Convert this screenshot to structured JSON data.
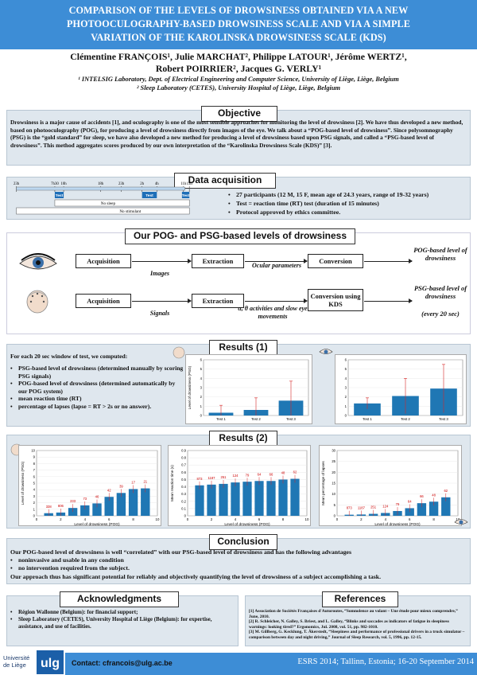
{
  "header": {
    "title_lines": [
      "COMPARISON OF THE LEVELS OF DROWSINESS OBTAINED VIA A NEW",
      "PHOTOOCULOGRAPHY-BASED DROWSINESS SCALE AND VIA A SIMPLE",
      "VARIATION OF THE KAROLINSKA DROWSINESS SCALE (KDS)"
    ],
    "authors_line1": "Clémentine FRANÇOIS¹, Julie MARCHAT², Philippe LATOUR¹, Jérôme WERTZ¹,",
    "authors_line2": "Robert POIRRIER², Jacques G. VERLY¹",
    "affiliation1": "¹ INTELSIG Laboratory, Dept. of Electrical Engineering and Computer Science, University of Liège, Liège, Belgium",
    "affiliation2": "² Sleep Laboratory (CETES), University Hospital of Liège, Liège, Belgium"
  },
  "objective": {
    "title": "Objective",
    "text": "Drowsiness is a major cause of accidents [1], and oculography is one of the most sensible approaches for monitoring the level of drowsiness [2]. We have thus developed a new method, based on photooculography (POG), for producing a level of drowsiness directly from images of the eye. We talk about a “POG-based level of drowsiness”. Since polysomnography (PSG) is the “gold standard” for sleep, we have also developed a new method for producing a level of drowsiness based upon PSG signals, and called a “PSG-based level of drowsiness”. This method aggregates scores produced by our own interpretation of the “Karolinska Drowsiness Scale (KDS)” [3]."
  },
  "data_acquisition": {
    "title": "Data acquisition",
    "timeline_ticks": [
      "23h",
      "7h30",
      "10h",
      "18h",
      "23h",
      "2h",
      "4h",
      "11h",
      "13h"
    ],
    "test_label": "Test",
    "no_sleep_label": "No sleep",
    "no_stimulant_label": "No stimulant",
    "bullets": [
      "27 participants (12 M, 15 F, mean age of 24.3 years, range of 19-32 years)",
      "Test = reaction time (RT) test (duration of 15 minutes)",
      "Protocol approved by ethics committee."
    ]
  },
  "levels": {
    "title": "Our POG- and PSG-based levels of drowsiness",
    "row1": {
      "acq": "Acquisition",
      "ext": "Extraction",
      "conv": "Conversion",
      "label_a": "Images",
      "label_b": "Ocular parameters",
      "result": "POG-based level of drowsiness"
    },
    "row2": {
      "acq": "Acquisition",
      "ext": "Extraction",
      "conv": "Conversion using KDS",
      "label_a": "Signals",
      "label_b": "α, θ activities and slow eye movements",
      "result": "PSG-based level of drowsiness",
      "result_note": "(every 20 sec)"
    }
  },
  "results1": {
    "title": "Results (1)",
    "intro": "For each 20 sec window of test, we computed:",
    "bullets": [
      "PSG-based level of drowsiness (determined manually by scoring PSG signals)",
      "POG-based level of drowsiness (determined automatically by our POG system)",
      "mean reaction time (RT)",
      "percentage of lapses (lapse = RT > 2s or no answer)."
    ]
  },
  "results2": {
    "title": "Results (2)"
  },
  "conclusion": {
    "title": "Conclusion",
    "lead": "Our POG-based level of drowsiness is well “correlated” with our PSG-based level of drowsiness and has the following advantages",
    "items": [
      "noninvasive and usable in any condition",
      "no intervention required from the subject."
    ],
    "closing": "Our approach thus has significant potential for reliably and objectively quantifying the level of drowsiness of a subject accomplishing a task."
  },
  "acknowledgments": {
    "title": "Acknowledgments",
    "items": [
      "Région Wallonne (Belgium): for financial support;",
      "Sleep Laboratory (CETES), University Hospital of Liège (Belgium): for expertise, assistance, and use of facilities."
    ]
  },
  "references": {
    "title": "References",
    "items": [
      "[1] Association de Sociétés Françaises d'Autoroutes, “Somnolence au volant – Une étude pour mieux comprendre,” June, 2010.",
      "[2] R. Schleicher, N. Galley, S. Briest, and L. Galley, “Blinks and saccades as indicators of fatigue in sleepiness warnings: looking tired?” Ergonomics, Jul. 2008, vol. 51, pp. 982-1010.",
      "[3] M. Gillberg, G. Kecklung, T. Åkerstedt, “Sleepiness and performance of professional drivers in a truck simulator – comparison between day and night driving,” Journal of Sleep Research, vol. 5, 1996, pp. 12-15."
    ]
  },
  "footer": {
    "logo_text": "Université de Liège",
    "contact": "Contact: cfrancois@ulg.ac.be",
    "event": "ESRS 2014; Tallinn, Estonia; 16-20 September 2014"
  },
  "chart_data": [
    {
      "type": "bar",
      "categories": [
        "Test 1",
        "Test 2",
        "Test 3"
      ],
      "values": [
        0.3,
        0.6,
        1.6
      ],
      "errors": [
        0.8,
        1.3,
        2.1
      ],
      "ylabel": "Level of drowsiness (PSG)",
      "ylim": [
        0,
        6
      ],
      "yticks": [
        0,
        1,
        2,
        3,
        4,
        5,
        6
      ]
    },
    {
      "type": "bar",
      "categories": [
        "Test 1",
        "Test 2",
        "Test 3"
      ],
      "values": [
        1.3,
        2.1,
        2.9
      ],
      "errors": [
        0.6,
        1.9,
        2.6
      ],
      "ylim": [
        0,
        6
      ],
      "yticks": [
        0,
        1,
        2,
        3,
        4,
        5,
        6
      ]
    },
    {
      "type": "bar",
      "x": [
        1,
        2,
        3,
        4,
        5,
        6,
        7,
        8,
        9
      ],
      "values": [
        0.4,
        0.5,
        1.2,
        1.6,
        1.9,
        2.9,
        3.5,
        4.1,
        4.2
      ],
      "labels": [
        "338",
        "806",
        "233",
        "73",
        "46",
        "42",
        "39",
        "17",
        "21"
      ],
      "xlabel": "Level of drowsiness (POG)",
      "ylabel": "Level of drowsiness (PSG)",
      "xlim": [
        0,
        10
      ],
      "ylim": [
        0,
        10
      ],
      "xticks": [
        0,
        2,
        4,
        6,
        8,
        10
      ],
      "yticks": [
        0,
        1,
        2,
        3,
        4,
        5,
        6,
        7,
        8,
        9,
        10
      ]
    },
    {
      "type": "bar",
      "x": [
        1,
        2,
        3,
        4,
        5,
        6,
        7,
        8,
        9
      ],
      "values": [
        0.42,
        0.43,
        0.44,
        0.46,
        0.47,
        0.48,
        0.48,
        0.5,
        0.51
      ],
      "labels": [
        "873",
        "1187",
        "251",
        "124",
        "79",
        "64",
        "66",
        "48",
        "62"
      ],
      "xlabel": "Level of drowsiness (POG)",
      "ylabel": "Mean reaction time (s)",
      "xlim": [
        0,
        10
      ],
      "ylim": [
        0,
        0.9
      ],
      "xticks": [
        0,
        2,
        4,
        6,
        8,
        10
      ],
      "yticks": [
        0,
        0.1,
        0.2,
        0.3,
        0.4,
        0.5,
        0.6,
        0.7,
        0.8,
        0.9
      ]
    },
    {
      "type": "bar",
      "x": [
        1,
        2,
        3,
        4,
        5,
        6,
        7,
        8,
        9
      ],
      "values": [
        0.5,
        0.6,
        0.9,
        1.3,
        2.2,
        3.5,
        5.8,
        6.5,
        8.5
      ],
      "labels": [
        "873",
        "1187",
        "251",
        "124",
        "79",
        "64",
        "66",
        "48",
        "62"
      ],
      "xlabel": "Level of drowsiness (POG)",
      "ylabel": "Mean percentage of lapses",
      "xlim": [
        0,
        10
      ],
      "ylim": [
        0,
        30
      ],
      "xticks": [
        0,
        2,
        4,
        6,
        8,
        10
      ],
      "yticks": [
        0,
        5,
        10,
        15,
        20,
        25,
        30
      ]
    }
  ]
}
